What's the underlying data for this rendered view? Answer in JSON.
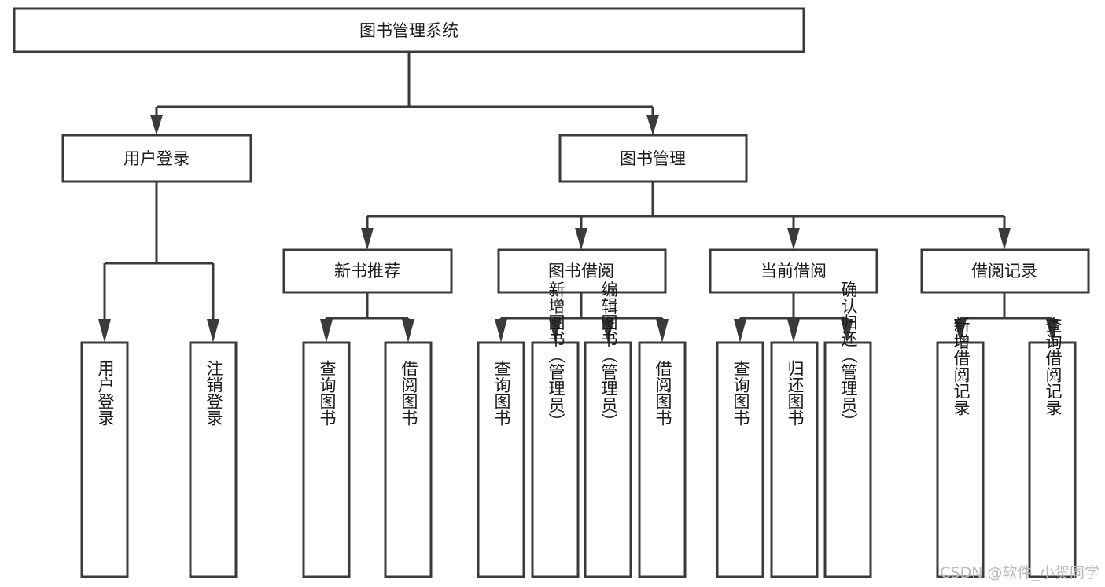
{
  "diagram": {
    "type": "tree-hierarchy-chart",
    "title": "图书管理系统",
    "colors": {
      "stroke": "#3a3a3a",
      "fill": "#ffffff",
      "text": "#1a1a1a",
      "watermark": "#b9b9b9",
      "background": "#ffffff"
    },
    "root": {
      "label": "图书管理系统"
    },
    "level2": [
      {
        "label": "用户登录"
      },
      {
        "label": "图书管理"
      }
    ],
    "level3": [
      {
        "label": "新书推荐"
      },
      {
        "label": "图书借阅"
      },
      {
        "label": "当前借阅"
      },
      {
        "label": "借阅记录"
      }
    ],
    "leaves": {
      "user_login": [
        {
          "label": "用户登录"
        },
        {
          "label": "注销登录"
        }
      ],
      "new_book_recommend": [
        {
          "label": "查询图书"
        },
        {
          "label": "借阅图书"
        }
      ],
      "book_borrow": [
        {
          "label": "查询图书"
        },
        {
          "label": "新增图书（管理员）"
        },
        {
          "label": "编辑图书（管理员）"
        },
        {
          "label": "借阅图书"
        }
      ],
      "current_borrow": [
        {
          "label": "查询图书"
        },
        {
          "label": "归还图书"
        },
        {
          "label": "确认归还（管理员）"
        }
      ],
      "borrow_record": [
        {
          "label": "新增借阅记录"
        },
        {
          "label": "查询借阅记录"
        }
      ]
    }
  },
  "watermark": {
    "text": "CSDN @软件_小贺同学"
  }
}
